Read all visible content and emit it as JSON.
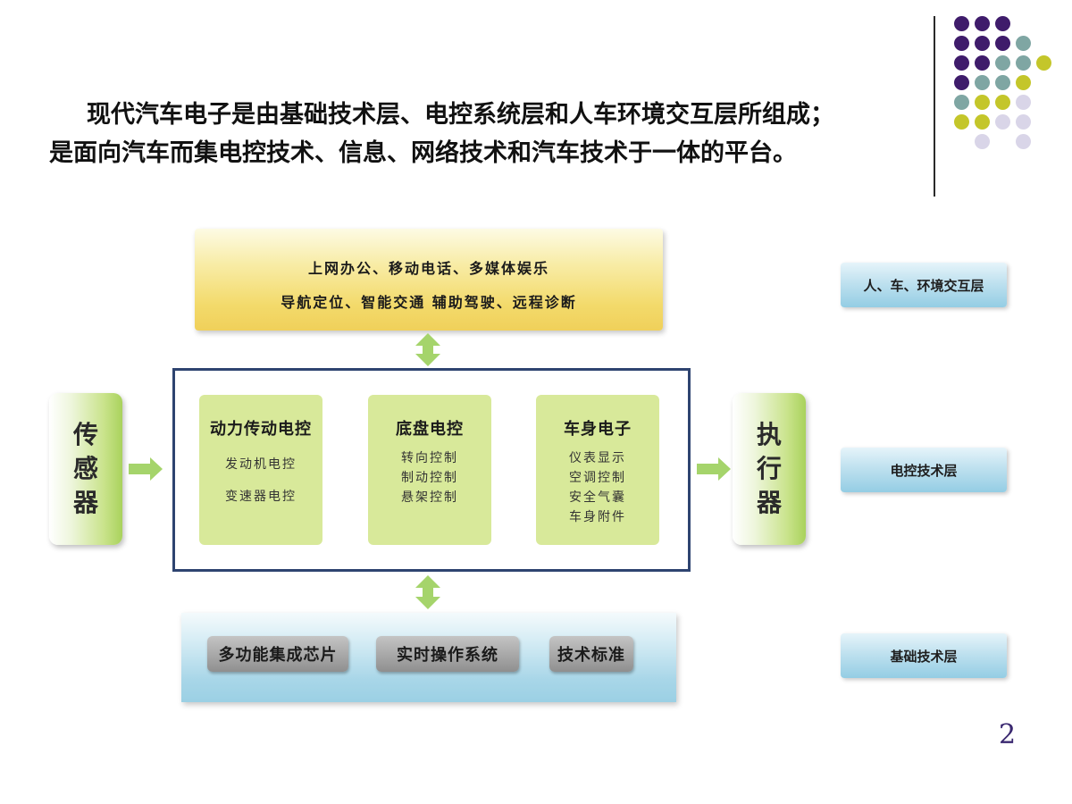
{
  "header": {
    "line1": "现代汽车电子是由基础技术层、电控系统层和人车环境交互层所组成；",
    "line2": "是面向汽车而集电控技术、信息、网络技术和汽车技术于一体的平台。"
  },
  "colors": {
    "purple": "#3f1c6b",
    "teal": "#7fa6a3",
    "olive": "#c4c62a",
    "lavender": "#d9d5e8",
    "frame_navy": "#2e4470",
    "arrow_green": "#a5d46b",
    "module_green": "#d8e99a"
  },
  "top_layer": {
    "line1": "上网办公、移动电话、多媒体娱乐",
    "line2": "导航定位、智能交通   辅助驾驶、远程诊断"
  },
  "sensor": {
    "chars": [
      "传",
      "感",
      "器"
    ]
  },
  "actuator": {
    "chars": [
      "执",
      "行",
      "器"
    ]
  },
  "modules": [
    {
      "title": "动力传动电控",
      "items": [
        "发动机电控",
        "变速器电控"
      ]
    },
    {
      "title": "底盘电控",
      "items": [
        "转向控制",
        "制动控制",
        "悬架控制"
      ]
    },
    {
      "title": "车身电子",
      "items": [
        "仪表显示",
        "空调控制",
        "安全气囊",
        "车身附件"
      ]
    }
  ],
  "bottom_layer": {
    "chips": [
      "多功能集成芯片",
      "实时操作系统",
      "技术标准"
    ]
  },
  "layer_labels": [
    "人、车、环境交互层",
    "电控技术层",
    "基础技术层"
  ],
  "page_number": "2"
}
